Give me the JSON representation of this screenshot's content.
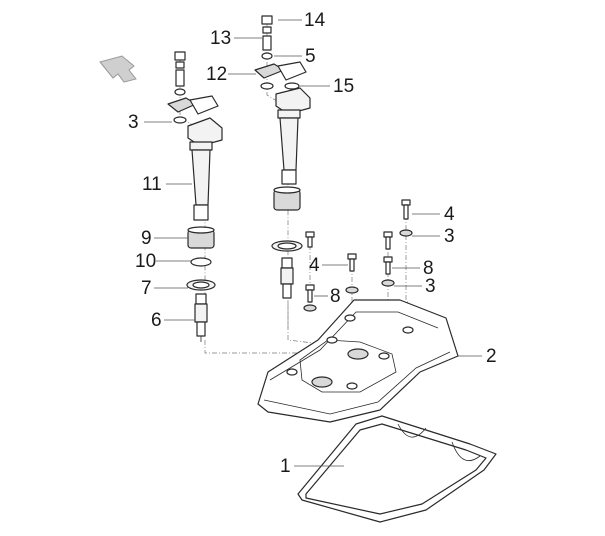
{
  "diagram": {
    "callouts": [
      {
        "id": "c14",
        "label": "14"
      },
      {
        "id": "c13",
        "label": "13"
      },
      {
        "id": "c5",
        "label": "5"
      },
      {
        "id": "c12",
        "label": "12"
      },
      {
        "id": "c15",
        "label": "15"
      },
      {
        "id": "c3a",
        "label": "3"
      },
      {
        "id": "c11",
        "label": "11"
      },
      {
        "id": "c4a",
        "label": "4"
      },
      {
        "id": "c3b",
        "label": "3"
      },
      {
        "id": "c9",
        "label": "9"
      },
      {
        "id": "c10",
        "label": "10"
      },
      {
        "id": "c4b",
        "label": "4"
      },
      {
        "id": "c8a",
        "label": "8"
      },
      {
        "id": "c7",
        "label": "7"
      },
      {
        "id": "c8b",
        "label": "8"
      },
      {
        "id": "c3c",
        "label": "3"
      },
      {
        "id": "c6",
        "label": "6"
      },
      {
        "id": "c2",
        "label": "2"
      },
      {
        "id": "c1",
        "label": "1"
      }
    ],
    "front_arrow_icon": "direction-arrow-icon"
  }
}
